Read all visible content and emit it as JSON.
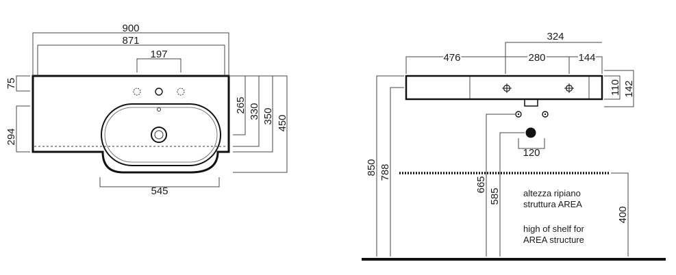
{
  "plan_view": {
    "overall_width": "900",
    "inner_width": "871",
    "tap_hole_spacing": "197",
    "back_depth": "75",
    "front_projection": "294",
    "basin_width": "545",
    "depth_a": "265",
    "depth_b": "330",
    "depth_c": "350",
    "overall_depth": "450"
  },
  "elevation_view": {
    "rail_width": "324",
    "left_offset": "476",
    "hole_spacing": "280",
    "right_offset": "144",
    "top_height": "850",
    "underside_height": "788",
    "waste_height": "665",
    "trap_height": "585",
    "waste_width": "120",
    "body_height": "110",
    "total_height": "142",
    "shelf_height": "400"
  },
  "notes": {
    "it_line1": "altezza ripiano",
    "it_line2": "struttura AREA",
    "en_line1": "high of shelf for",
    "en_line2": "AREA structure"
  }
}
